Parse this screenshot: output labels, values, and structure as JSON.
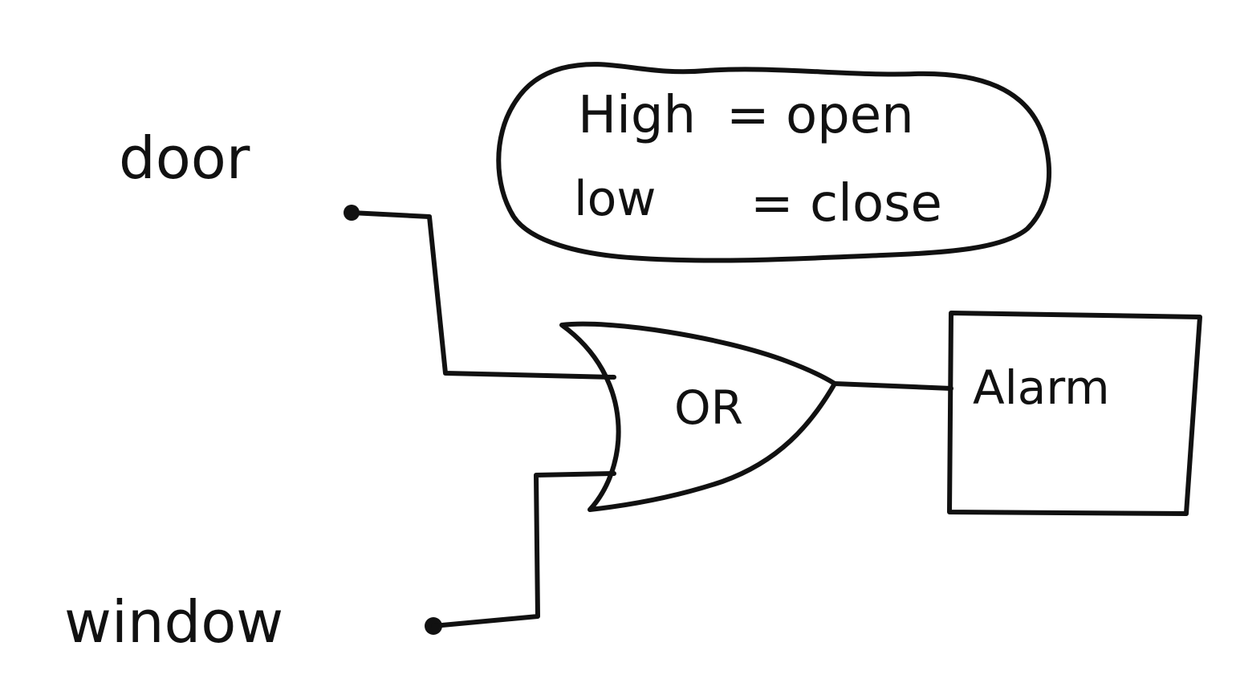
{
  "inputs": {
    "door_label": "door",
    "window_label": "window"
  },
  "gate": {
    "label": "OR"
  },
  "output": {
    "label": "Alarm"
  },
  "legend": {
    "line1_left": "High",
    "line1_right": "= open",
    "line2_left": "low",
    "line2_right": "= close"
  },
  "colors": {
    "ink": "#111111",
    "paper": "#ffffff"
  }
}
